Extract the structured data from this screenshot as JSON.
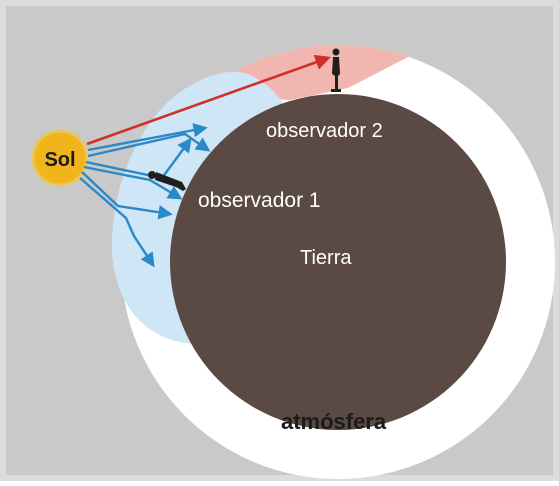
{
  "labels": {
    "sun": "Sol",
    "earth": "Tierra",
    "observer1": "observador 1",
    "observer2": "observador 2",
    "atmosphere": "atmósfera"
  },
  "colors": {
    "background": "#c9c9c9",
    "frame": "#dcdcdc",
    "atmosphere": "#ffffff",
    "earth": "#5b4a43",
    "sun_fill": "#f2b41b",
    "sun_stroke": "#e7c85e",
    "day_region": "#cfe6f6",
    "twilight_region": "#f2b6b1",
    "blue_rays": "#2a89c8",
    "red_ray": "#d32f2a",
    "figure": "#1f1f1f",
    "label_on_earth": "#ffffff",
    "label_dark": "#1b1b1b"
  },
  "icons": {
    "observer1": "person-lying-icon",
    "observer2": "person-standing-icon"
  }
}
